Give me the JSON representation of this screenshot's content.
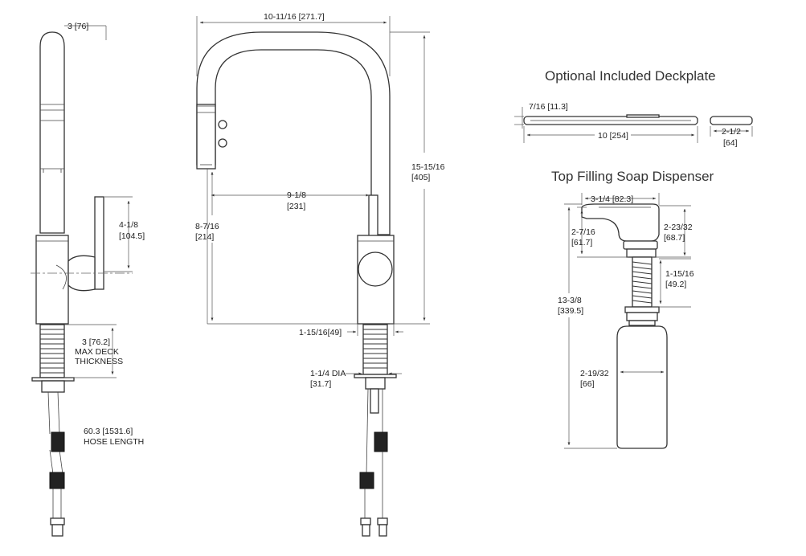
{
  "side_view": {
    "top_width": "3  [76]",
    "handle_height": "4-1/8",
    "handle_height_mm": "[104.5]",
    "deck_thickness": "3  [76.2]",
    "deck_label_1": "MAX DECK",
    "deck_label_2": "THICKNESS",
    "hose_length": "60.3 [1531.6]",
    "hose_label": "HOSE LENGTH"
  },
  "front_view": {
    "overall_width": "10-11/16  [271.7]",
    "overall_height": "15-15/16",
    "overall_height_mm": "[405]",
    "reach": "9-1/8",
    "reach_mm": "[231]",
    "spout_height": "8-7/16",
    "spout_height_mm": "[214]",
    "base_diameter": "1-15/16[49]",
    "shank_diameter": "1-1/4 DIA",
    "shank_diameter_mm": "[31.7]"
  },
  "deckplate": {
    "title": "Optional Included Deckplate",
    "thickness": "7/16  [11.3]",
    "length": "10  [254]",
    "width": "2-1/2",
    "width_mm": "[64]"
  },
  "soap_dispenser": {
    "title": "Top Filling Soap Dispenser",
    "head_width": "3-1/4 [82.3]",
    "head_height_left": "2-7/16",
    "head_height_left_mm": "[61.7]",
    "head_height_right": "2-23/32",
    "head_height_right_mm": "[68.7]",
    "shank": "1-15/16",
    "shank_mm": "[49.2]",
    "overall": "13-3/8",
    "overall_mm": "[339.5]",
    "bottle_dia": "2-19/32",
    "bottle_dia_mm": "[66]"
  }
}
